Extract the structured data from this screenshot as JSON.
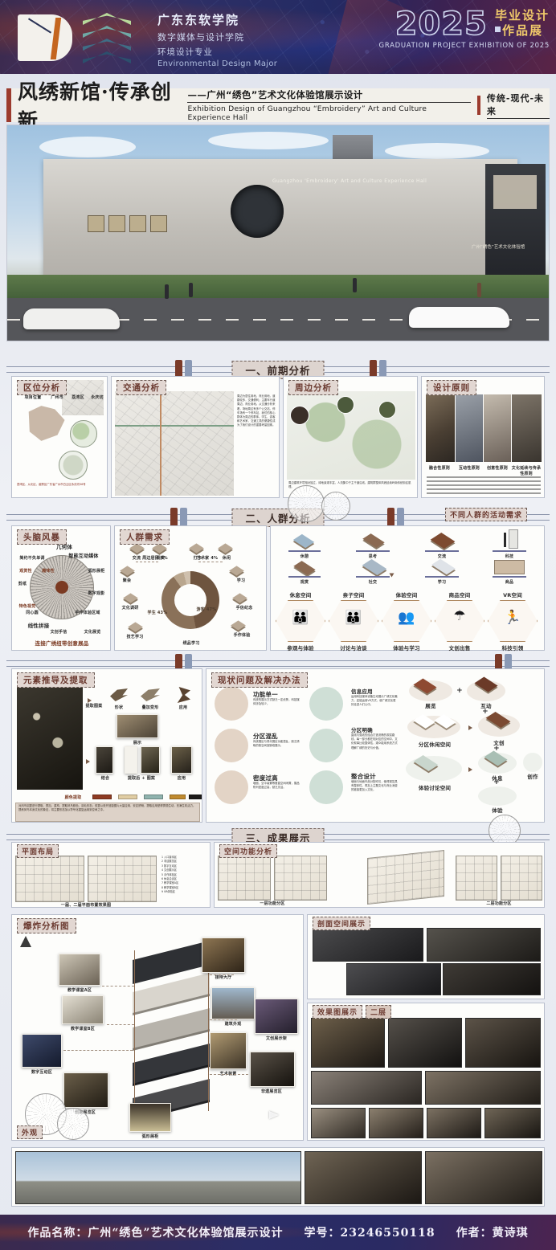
{
  "header": {
    "school_name": "广东东软学院",
    "college": "数字媒体与设计学院",
    "major_cn": "环境设计专业",
    "major_en": "Environmental Design Major",
    "year": "2025",
    "exhibition_cn_line1": "毕业设计",
    "exhibition_cn_line2": "作品展",
    "exhibition_en": "GRADUATION PROJECT EXHIBITION OF 2025",
    "logo_icon": "needle-logo-icon",
    "chevron_icon": "chevron-stack-icon"
  },
  "title": {
    "main": "风绣新馆·传承创新",
    "sub_cn": "——广州“绣色”艺术文化体验馆展示设计",
    "sub_en": "Exhibition Design of Guangzhou “Embroidery” Art and Culture Experience Hall",
    "tagline": "传统-现代-未来"
  },
  "hero": {
    "facade_caption": "Guangzhou 'Embroidery' Art and Culture Experience Hall",
    "sign_caption": "广州“绣色”艺术文化体验馆"
  },
  "sections": [
    {
      "id": "s1",
      "label": "一、前期分析"
    },
    {
      "id": "s2",
      "label": "二、人群分析"
    },
    {
      "id": "s3",
      "label": "三、成果展示"
    }
  ],
  "section1": {
    "panels": [
      {
        "name": "区位分析",
        "notes": [
          "项目位置",
          "广州市",
          "荔湾区",
          "永庆坊"
        ]
      },
      {
        "name": "交通分析",
        "body": "周边为居住用地、商业用地，道路较多，交通便利；主要车行道周边、商业用地。从交通分析来看，场地周边有多个公交站，停车场有一个停车站，我们的核心群体为周边的群体。学生、游客和艺术家，交通工具的便捷性成为了我们设计的重要考量因素。"
      },
      {
        "name": "周边分析",
        "body": "周边建筑环境相对独立，绿地景观丰富，人流集中于主干道沿线。建筑群整体风貌延续岭南传统街区肌理。"
      },
      {
        "name": "设计原则",
        "items": [
          "融合性原则",
          "互动性原则",
          "创意性原则",
          "文化延续与传承性原则"
        ]
      }
    ],
    "address": "荔湾区、从化区、越秀区广东省广州市白云区永庆坊56号"
  },
  "section2": {
    "brainstorm": {
      "title": "头脑风暴",
      "keywords": [
        "几何体",
        "简约不失单调",
        "智能互动媒体",
        "观赏性",
        "趣味性",
        "弧形展柜",
        "剪纸",
        "数字观影",
        "特色视觉",
        "同心圆",
        "手作体验区域",
        "线性拼接",
        "文创手信",
        "文化展览",
        "连接广绣纽带创意展品"
      ]
    },
    "needs": {
      "title": "人群需求",
      "nodes": [
        "交流",
        "观赏",
        "打卡",
        "休闲",
        "聚会",
        "文化调研",
        "技艺学习",
        "绣品学习",
        "周边居民",
        "艺术家",
        "学习",
        "手信纪念",
        "打卡",
        "手作体验",
        "学生",
        "游客"
      ]
    },
    "donut_title": "人群构成",
    "activity_title": "不同人群的活动需求",
    "need_icons": [
      {
        "label": "休憩"
      },
      {
        "label": "思考"
      },
      {
        "label": "交流"
      },
      {
        "label": "科技"
      },
      {
        "label": "观赏"
      },
      {
        "label": "社交"
      },
      {
        "label": "学习"
      },
      {
        "label": "商品"
      }
    ],
    "spaces": [
      "休息空间",
      "亲子空间",
      "体验空间",
      "商品空间",
      "VR空间"
    ],
    "space_icons": [
      "bench-people-icon",
      "family-table-icon",
      "workshop-people-icon",
      "market-stall-icon",
      "vr-user-icon"
    ],
    "activities": [
      "参观与体验",
      "讨论与洽谈",
      "体验与学习",
      "文创出售",
      "科技引领"
    ]
  },
  "chart_data": {
    "type": "pie",
    "title": "人群构成",
    "categories": [
      "游客",
      "学生",
      "周边居民",
      "艺术家"
    ],
    "values": [
      47,
      43,
      6,
      4
    ],
    "labels": [
      "游客 47%",
      "学生 43%",
      "周边居民 6%",
      "艺术家 4%"
    ],
    "colors": [
      "#6e543f",
      "#8a7159",
      "#b9a68e",
      "#cfc0ad"
    ],
    "unit": "%",
    "legend": "inline",
    "donut": true
  },
  "section3": {
    "elements": {
      "title": "元素推导及提取",
      "steps": [
        "提取图案",
        "形状",
        "叠加变形",
        "应用"
      ],
      "steps2": [
        "展示",
        "结合",
        "提取后 + 图案",
        "应用"
      ],
      "palette_label": "颜色提取",
      "palette": [
        "#8e3b22",
        "#e0cda3",
        "#8fb3ae",
        "#c08a2e",
        "#1d1b19"
      ],
      "caption": "对凤鸟羽翼进行提取、叠加、重构，提取凤鸟颜色、羽毛形态；双翼以张开回旋图片大量应用，安定舒畅，提取应用型得秀丽生动，充满生机活力。提炼凤鸟本身文化的象征，将主要形态加以符号化重复运用到空间之中。"
    },
    "problems": {
      "title": "现状问题及解决办法",
      "items": [
        {
          "name": "功能单一",
          "desc": "传统的展示方式缺乏一定优势，科技媒体涉及较少。"
        },
        {
          "name": "分区混乱",
          "desc": "传统展区与现代展区功能混乱，缺乏清晰的核空间室脉络展示。"
        },
        {
          "name": "密度过高",
          "desc": "墙面、空中装置等垂直空间闲置，展品陈列密度过高，缺乏灵活。"
        }
      ],
      "solutions": [
        {
          "name": "信息应用",
          "desc": "运用科技媒体设备生动展示广绣文化魅力，还能运用VR方式，使广绣文化更好走进人们心中。"
        },
        {
          "name": "分区明确",
          "desc": "直线与弧线的结合打造流畅的观赏路线，每一部分都在相对应的空间中，文化叙事比较整体性，观众能用系统方式理解广绣的历史与价值。"
        },
        {
          "name": "整合设计",
          "desc": "墙面与地面作品分配均匀，使得观赏具有整体性，再加上主题文化与商业消费的链接更加入文化。"
        }
      ],
      "flow_labels": [
        "展览",
        "互动",
        "文创",
        "分区休闲空间",
        "休息",
        "创作",
        "体验",
        "体验讨论空间"
      ]
    },
    "plan": {
      "title": "平面布局",
      "caption": "一届、二届平面布置效果图",
      "legend": [
        "1 入口接待区",
        "2 非遗展览区",
        "3 数字互动区",
        "4 文创展示区",
        "5 手作体验区",
        "6 休息洽谈区",
        "7 教学课室A区",
        "8 教学课室B区",
        "9 VR体验区"
      ]
    },
    "spacefn": {
      "title": "空间功能分析",
      "labels": [
        "一层功能分区",
        "二层功能分区"
      ]
    },
    "explode": {
      "title": "爆炸分析图",
      "labels": [
        "教学课室A区",
        "教学课室B区",
        "数字互动区",
        "创意展览区",
        "弧形展柜",
        "接待大厅",
        "建筑外观",
        "艺术装置",
        "文创展示架",
        "非遗展览区"
      ],
      "footnote": "外观"
    },
    "section_view": {
      "title": "剖面空间展示"
    },
    "renders": {
      "title": "效果图展示",
      "badge": "二层"
    }
  },
  "footer": {
    "work_label": "作品名称：广州“绣色”艺术文化体验馆展示设计",
    "id_label": "学号：23246550118",
    "author_label": "作者：黄诗琪"
  },
  "colors": {
    "accent_red": "#9c3b2e",
    "accent_blue": "#2b2d66",
    "tag_bg": "#e2d7d2",
    "panel_bg": "#fdfdfb"
  }
}
